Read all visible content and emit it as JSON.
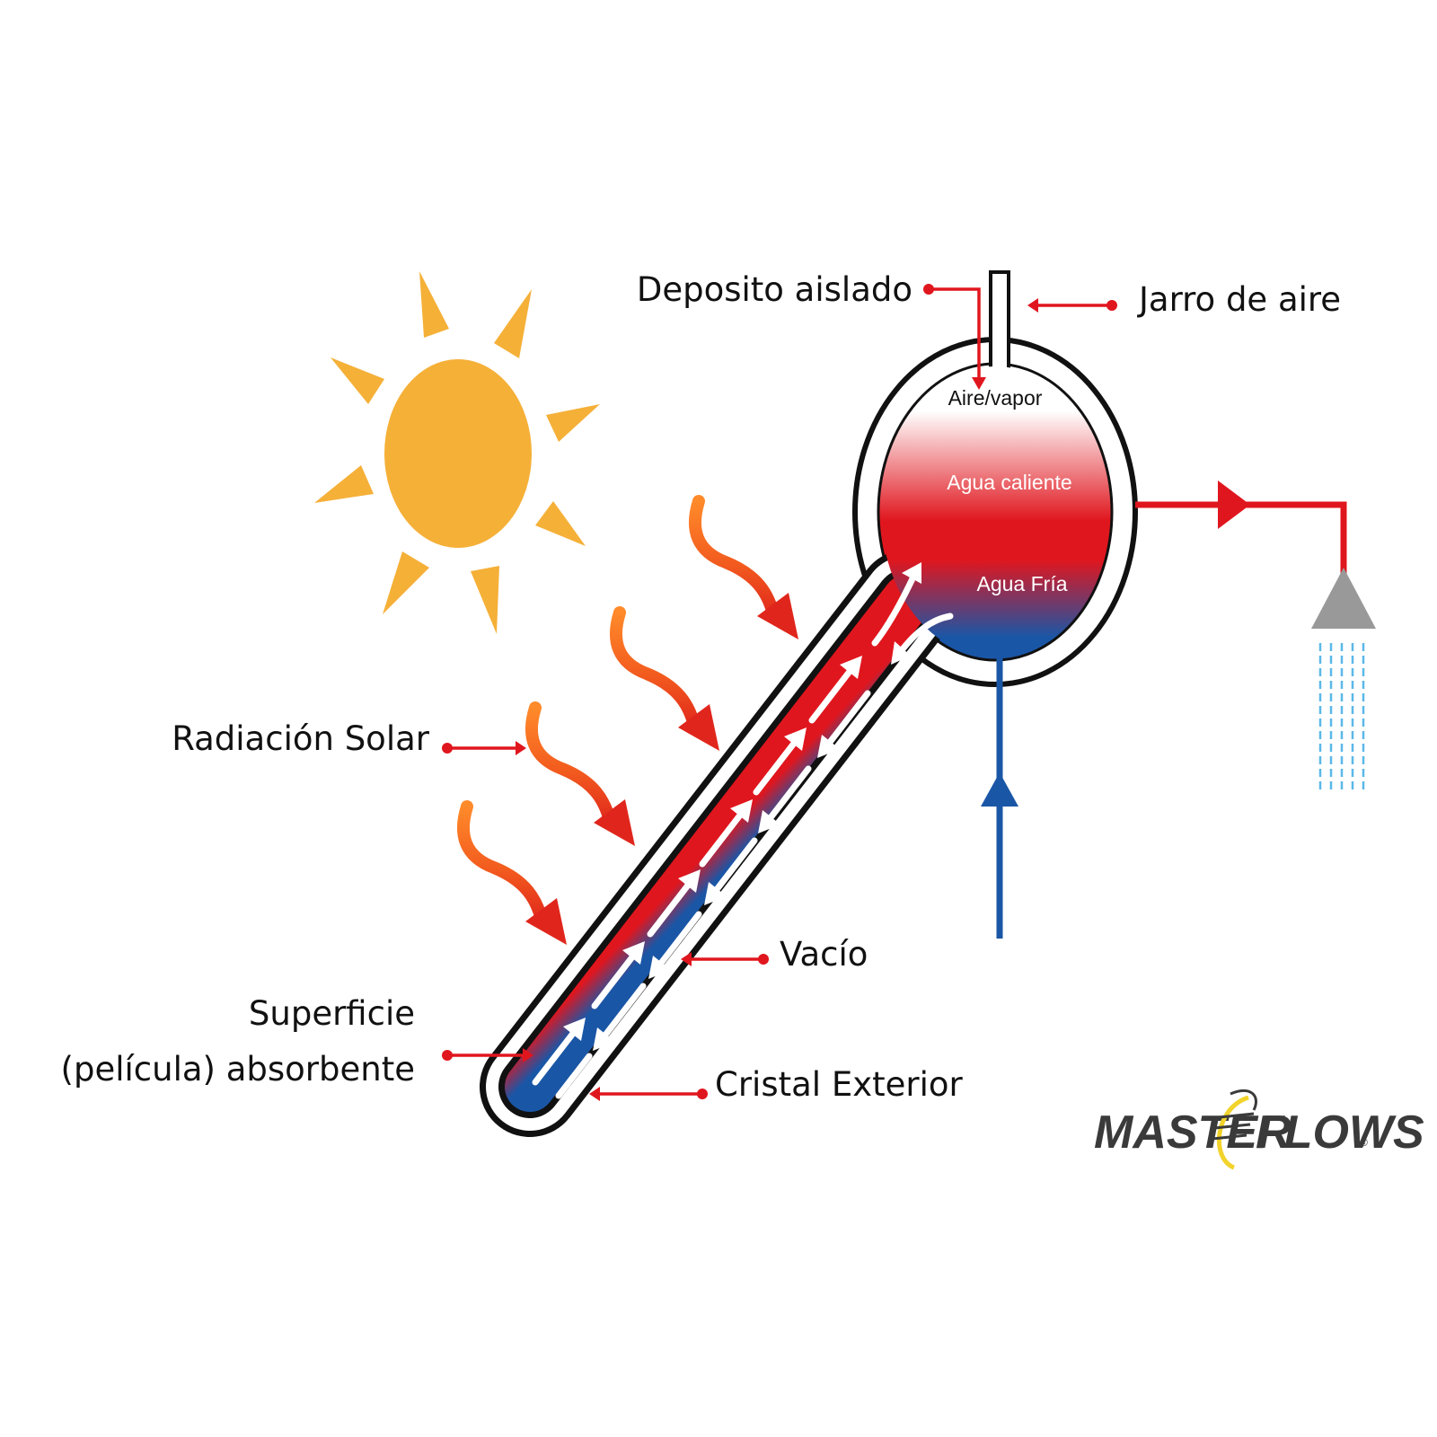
{
  "labels": {
    "deposito": "Deposito aislado",
    "jarro": "Jarro de aire",
    "radiacion": "Radiación Solar",
    "vacio": "Vacío",
    "superficie_l1": "Superficie",
    "superficie_l2": "(película) absorbente",
    "cristal": "Cristal Exterior"
  },
  "tank_labels": {
    "aire": "Aire/vapor",
    "caliente": "Agua caliente",
    "fria": "Agua Fría"
  },
  "logo": {
    "left": "MASTER",
    "right": "FLOWS",
    "mark": "®"
  },
  "colors": {
    "sun": "#F5B038",
    "hot": "#E0161E",
    "cold": "#1A56A6",
    "pointer": "#E0161E",
    "outline": "#111111",
    "shower_head": "#999999",
    "water_drops": "#5BB8E8",
    "logo_swoosh": "#F2D32B"
  }
}
